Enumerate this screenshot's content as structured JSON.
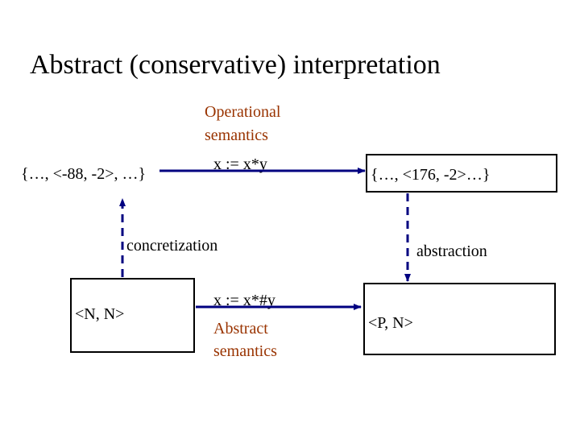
{
  "title": "Abstract (conservative) interpretation",
  "concrete_left": {
    "text": "{…, <-88, -2>, …}"
  },
  "concrete_right": {
    "text": "{…, <176, -2>…}"
  },
  "abstract_left": {
    "text": "<N, N>"
  },
  "abstract_right": {
    "text": "<P, N>"
  },
  "operational": {
    "line1": "Operational",
    "line2": "semantics",
    "statement": "x := x*y"
  },
  "abstract_sem": {
    "statement": "x := x*#y",
    "line1": "Abstract",
    "line2": "semantics"
  },
  "concretization_label": "concretization",
  "abstraction_label": "abstraction",
  "colors": {
    "arrow": "#000080",
    "semantics_text": "#993300"
  }
}
